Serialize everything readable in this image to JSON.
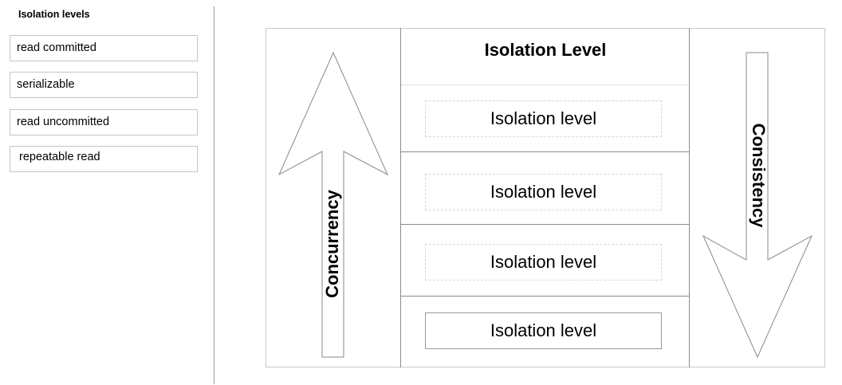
{
  "panel": {
    "title": "Isolation levels",
    "options": [
      "read committed",
      "serializable",
      "read uncommitted",
      "repeatable read"
    ]
  },
  "diagram": {
    "header": "Isolation Level",
    "slots": [
      "Isolation level",
      "Isolation level",
      "Isolation level",
      "Isolation level"
    ],
    "left_arrow_label": "Concurrency",
    "right_arrow_label": "Consistency"
  }
}
